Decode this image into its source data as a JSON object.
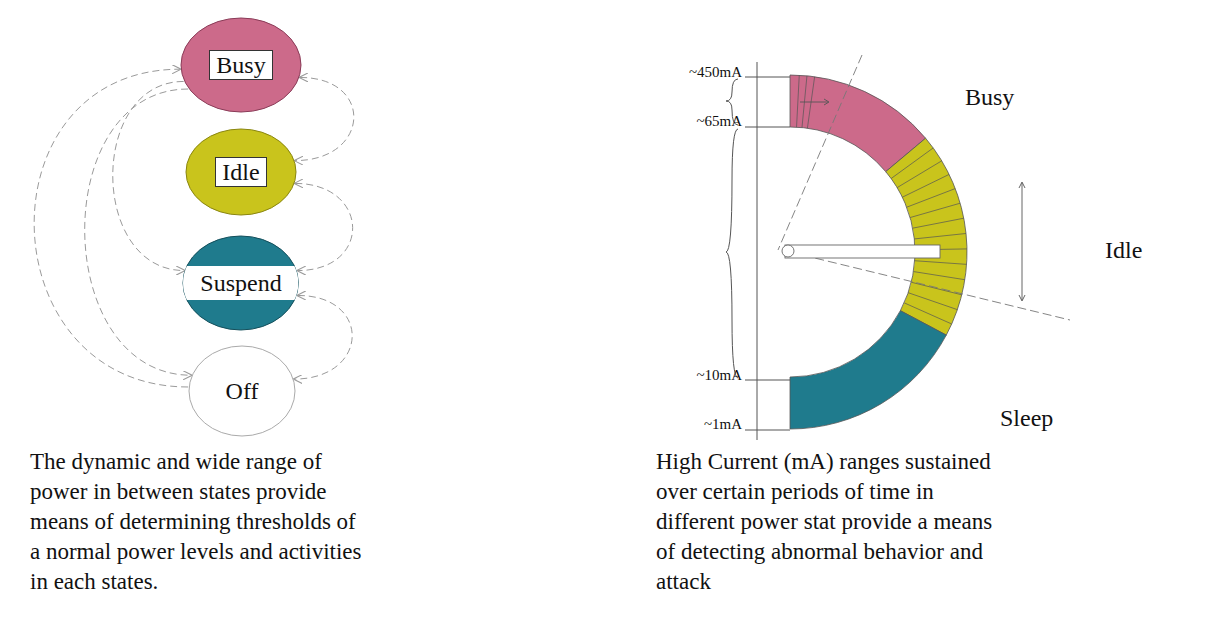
{
  "diagram": {
    "nodes": [
      {
        "text": [
          "Busy"
        ]
      },
      {
        "text": [
          "Idle"
        ]
      },
      {
        "text": [
          "Suspend"
        ]
      },
      {
        "text": [
          "Off"
        ]
      }
    ],
    "edges": [
      {
        "from": 0,
        "to": 1,
        "arrow": "both"
      },
      {
        "from": 1,
        "to": 2,
        "arrow": "both"
      },
      {
        "from": 2,
        "to": 3,
        "arrow": "both"
      },
      {
        "from": 3,
        "to": 0,
        "arrow": "to"
      },
      {
        "from": 0,
        "to": 2,
        "arrow": "to"
      },
      {
        "from": 0,
        "to": 3,
        "arrow": "to"
      }
    ],
    "labels": [
      "~450mA",
      "~65mA",
      "~10mA",
      "~1mA",
      "Busy",
      "Idle",
      "Sleep",
      "The dynamic and wide range of power in between states provide means of determining thresholds of a normal power levels and activities in each states.",
      "High Current (mA) ranges sustained over certain periods of time in different power stat provide a means of detecting abnormal behavior and attack"
    ]
  }
}
